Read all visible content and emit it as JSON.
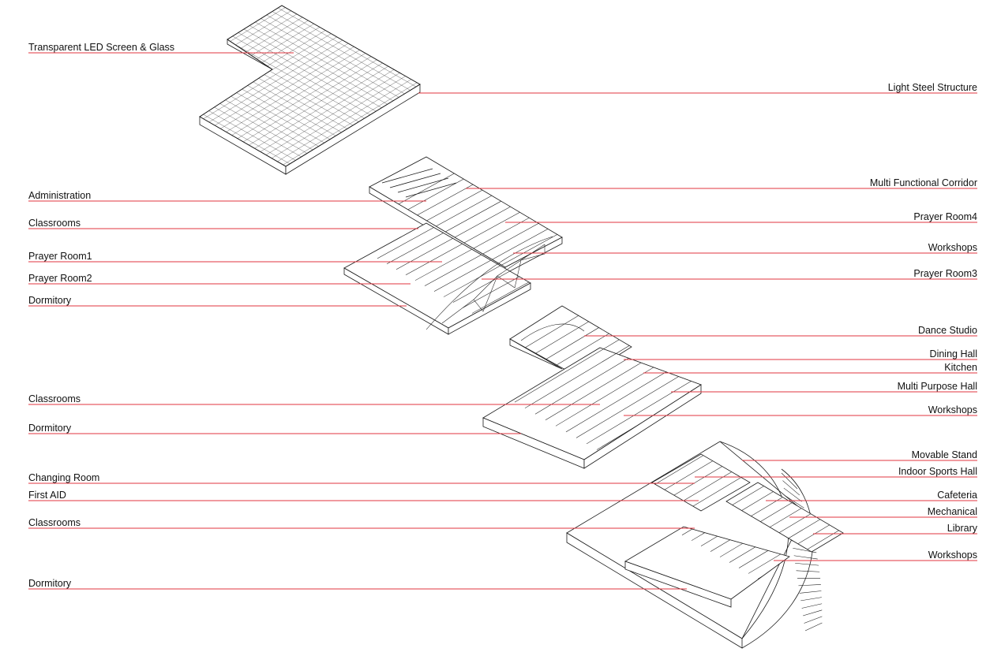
{
  "labels_left": [
    {
      "id": "led-screen",
      "text": "Transparent LED Screen & Glass"
    },
    {
      "id": "administration",
      "text": "Administration"
    },
    {
      "id": "classrooms-1",
      "text": "Classrooms"
    },
    {
      "id": "prayer-room-1",
      "text": "Prayer Room1"
    },
    {
      "id": "prayer-room-2",
      "text": "Prayer Room2"
    },
    {
      "id": "dormitory-1",
      "text": "Dormitory"
    },
    {
      "id": "classrooms-2",
      "text": "Classrooms"
    },
    {
      "id": "dormitory-2",
      "text": "Dormitory"
    },
    {
      "id": "changing-room",
      "text": "Changing Room"
    },
    {
      "id": "first-aid",
      "text": "First AID"
    },
    {
      "id": "classrooms-3",
      "text": "Classrooms"
    },
    {
      "id": "dormitory-3",
      "text": "Dormitory"
    }
  ],
  "labels_right": [
    {
      "id": "light-steel",
      "text": "Light Steel Structure"
    },
    {
      "id": "multi-corridor",
      "text": "Multi Functional Corridor"
    },
    {
      "id": "prayer-room-4",
      "text": "Prayer Room4"
    },
    {
      "id": "workshops-1",
      "text": "Workshops"
    },
    {
      "id": "prayer-room-3",
      "text": "Prayer Room3"
    },
    {
      "id": "dance-studio",
      "text": "Dance Studio"
    },
    {
      "id": "dining-hall",
      "text": "Dining Hall"
    },
    {
      "id": "kitchen",
      "text": "Kitchen"
    },
    {
      "id": "multi-purpose-hall",
      "text": "Multi Purpose Hall"
    },
    {
      "id": "workshops-2",
      "text": "Workshops"
    },
    {
      "id": "movable-stand",
      "text": "Movable Stand"
    },
    {
      "id": "indoor-sports-hall",
      "text": "Indoor Sports Hall"
    },
    {
      "id": "cafeteria",
      "text": "Cafeteria"
    },
    {
      "id": "mechanical",
      "text": "Mechanical"
    },
    {
      "id": "library",
      "text": "Library"
    },
    {
      "id": "workshops-3",
      "text": "Workshops"
    }
  ],
  "colors": {
    "leader_line": "#e0353f",
    "drawing_line": "#1a1a1a",
    "background": "#ffffff"
  }
}
